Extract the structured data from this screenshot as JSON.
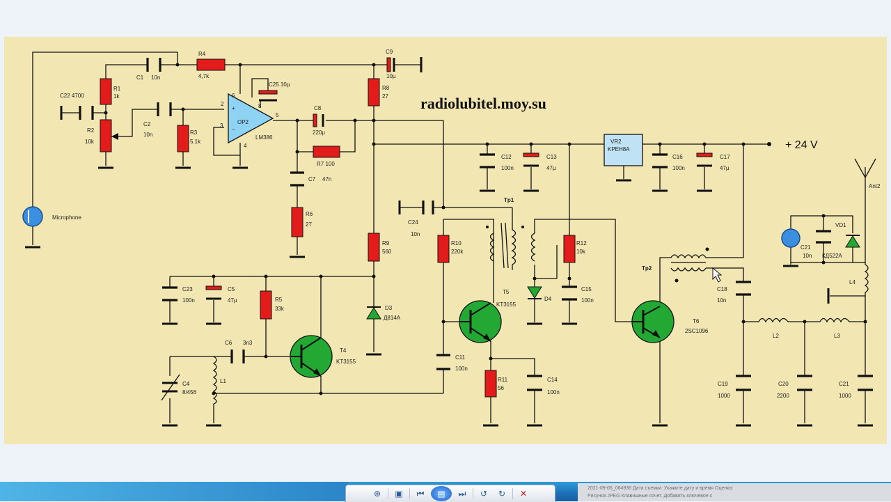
{
  "watermark": "radiolubitel.moy.su",
  "supply": "+ 24 V",
  "antenna": "Ant2",
  "colors": {
    "panel": "#f2e6b2",
    "resistor": "#e21b1b",
    "transistor": "#23a833",
    "opamp": "#8fd3f4",
    "regulator": "#bfe2f5"
  },
  "labels": {
    "mic": "Microphone",
    "c22": "C22 4700",
    "r1": "R1",
    "r1v": "1k",
    "r2": "R2",
    "r2v": "10k",
    "c1": "C1",
    "c1v": "10n",
    "c2": "C2",
    "c2v": "10n",
    "r3": "R3",
    "r3v": "5.1k",
    "r4": "R4",
    "r4v": "4,7k",
    "c25": "C25 10µ",
    "op": "OP2",
    "opic": "LM386",
    "p6": "6",
    "p2": "2",
    "p3": "3",
    "p8": "8",
    "p5": "5",
    "p4": "4",
    "c8": "C8",
    "c8v": "220µ",
    "r7": "R7 100",
    "c7": "C7",
    "c7v": "47n",
    "r6": "R6",
    "r6v": "27",
    "c9": "C9",
    "c9v": "10µ",
    "r8": "R8",
    "r8v": "27",
    "r9": "R9",
    "r9v": "560",
    "d3": "D3",
    "d3v": "Д814А",
    "c23": "C23",
    "c23v": "100n",
    "c5": "C5",
    "c5v": "47µ",
    "r5": "R5",
    "r5v": "33k",
    "c6": "C6",
    "c6v": "3n3",
    "c4": "C4",
    "c4v": "8/456",
    "l1": "L1",
    "t4": "T4",
    "t4v": "KT3155",
    "c24": "C24",
    "c24v": "10n",
    "r10": "R10",
    "r10v": "220k",
    "tp1": "Tp1",
    "t5": "T5",
    "t5v": "KT3155",
    "c11": "C11",
    "c11v": "100n",
    "r11": "R11",
    "r11v": "56",
    "c14": "C14",
    "c14v": "100n",
    "c12": "C12",
    "c12v": "100n",
    "c13": "C13",
    "c13v": "47µ",
    "vr2": "VR2",
    "vr2v": "KPEH8A",
    "c16": "C16",
    "c16v": "100n",
    "c17": "C17",
    "c17v": "47µ",
    "r12": "R12",
    "r12v": "10k",
    "d4": "D4",
    "c15": "C15",
    "c15v": "100n",
    "tp2": "Tp2",
    "c18": "C18",
    "c18v": "10n",
    "t6": "T6",
    "t6v": "2SC1096",
    "l2": "L2",
    "l3": "L3",
    "l4": "L4",
    "c19": "C19",
    "c19v": "1000",
    "c20": "C20",
    "c20v": "2200",
    "c21a": "C21",
    "c21av": "10n",
    "c21b": "C21",
    "c21bv": "1000",
    "vd1": "VD1",
    "vd1v": "КД522А"
  },
  "toolbar": {
    "buttons": [
      "zoom-icon",
      "fit-icon",
      "prev-icon",
      "slideshow-icon",
      "next-icon",
      "rotate-left-icon",
      "rotate-right-icon",
      "delete-icon"
    ],
    "glyphs": {
      "zoom": "⊕",
      "fit": "▣",
      "prev": "⏮",
      "play": "▤",
      "next": "⏭",
      "rotl": "↺",
      "rotr": "↻",
      "del": "✕"
    }
  },
  "notification": {
    "line1": "2021-09-05_064936     Дата съемки: Укажите дату и время     Оценка:",
    "line2": "Рисунок JPEG          Клавишные сочет. Добавить ключевое с"
  }
}
